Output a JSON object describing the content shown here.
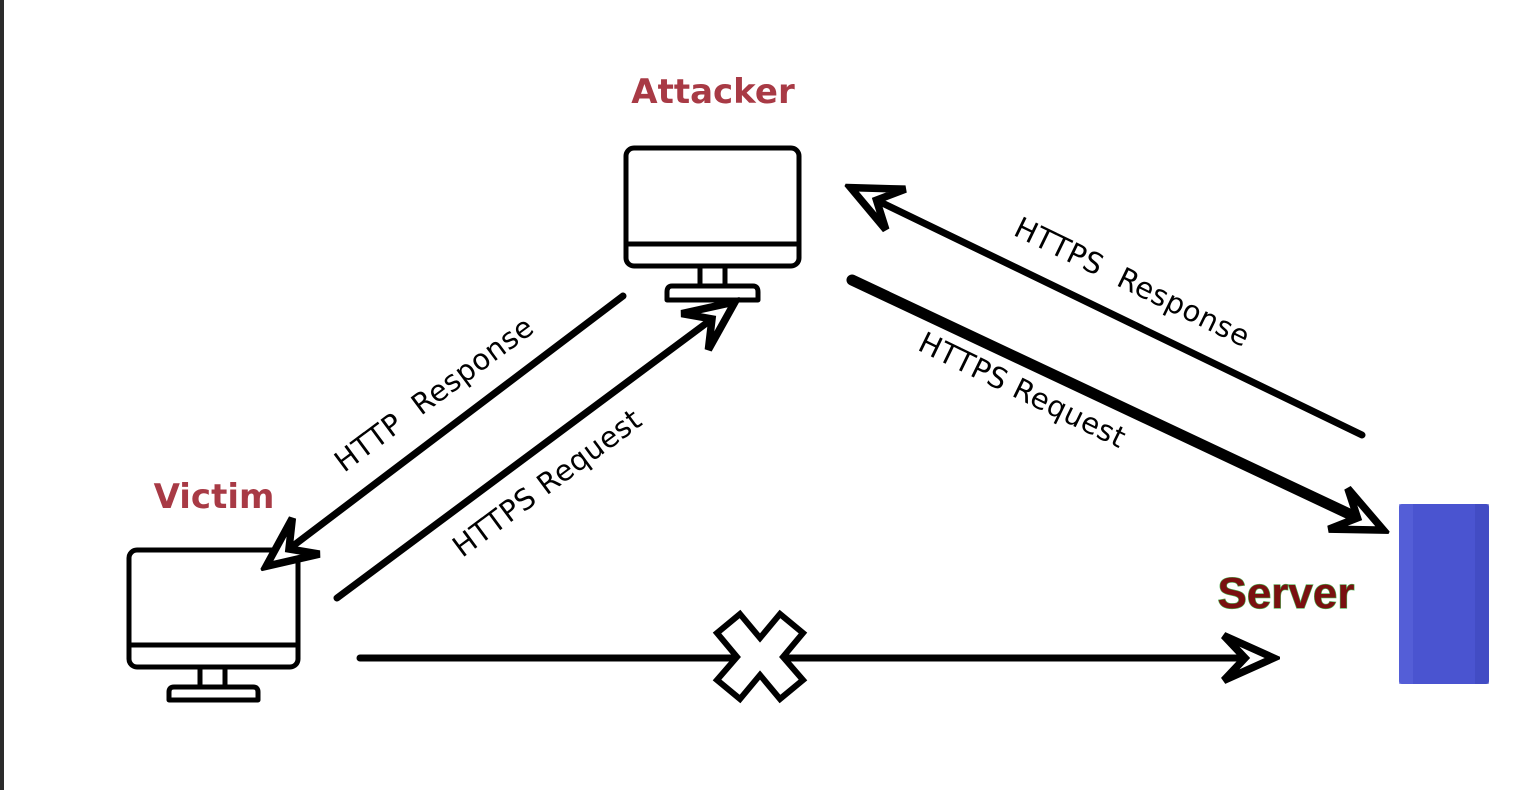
{
  "nodes": {
    "attacker": {
      "label": "Attacker"
    },
    "victim": {
      "label": "Victim"
    },
    "server": {
      "label": "Server"
    }
  },
  "flows": {
    "victim_to_attacker": {
      "label": "HTTPS Request"
    },
    "attacker_to_victim": {
      "label": "HTTP  Response"
    },
    "attacker_to_server": {
      "label": "HTTPS Request"
    },
    "server_to_attacker": {
      "label": "HTTPS  Response"
    }
  },
  "direct_connection": {
    "status": "blocked"
  },
  "icons": {
    "attacker": "desktop-monitor-icon",
    "victim": "desktop-monitor-icon",
    "server": "server-cylinder-icon",
    "blocked": "x-mark-icon"
  },
  "colors": {
    "node_label": "#a83a45",
    "server_label": "#7a1010",
    "server_outline": "#4caf50",
    "server_body": "#4a54d0",
    "line": "#000000"
  }
}
